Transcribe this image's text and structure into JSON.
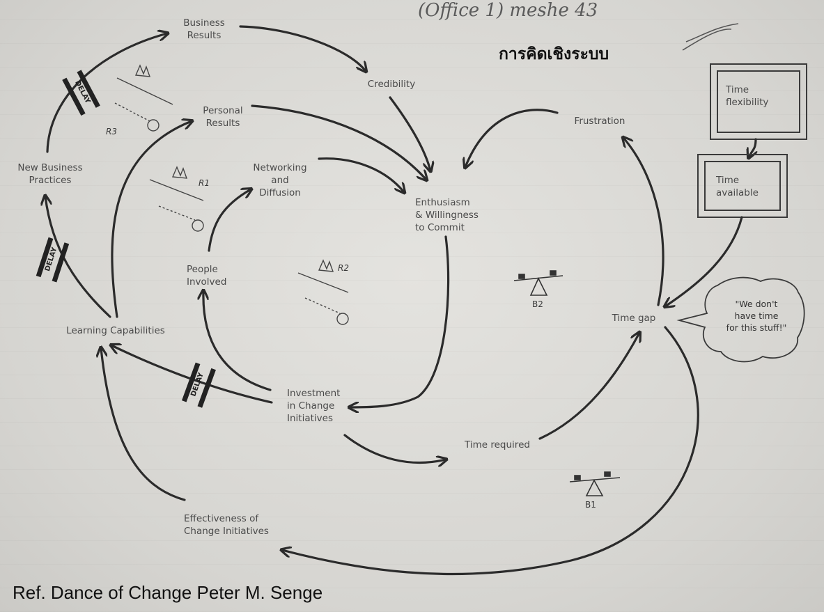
{
  "title_thai": "การคิดเชิงระบบ",
  "reference": "Ref. Dance of Change  Peter M. Senge",
  "handwritten_note": "(Office 1) meshe 43",
  "nodes": {
    "business_results": "Business\nResults",
    "credibility": "Credibility",
    "personal_results": "Personal\nResults",
    "frustration": "Frustration",
    "time_flexibility": "Time\nflexibility",
    "time_available": "Time\navailable",
    "new_business_practices": "New Business\nPractices",
    "networking_diffusion": "Networking\nand\nDiffusion",
    "enthusiasm": "Enthusiasm\n& Willingness\nto Commit",
    "people_involved": "People\nInvolved",
    "learning_capabilities": "Learning Capabilities",
    "time_gap": "Time gap",
    "investment": "Investment\nin Change\nInitiatives",
    "time_required": "Time required",
    "effectiveness": "Effectiveness of\nChange Initiatives"
  },
  "loops": {
    "r1": "R1",
    "r2": "R2",
    "r3": "R3",
    "b1": "B1",
    "b2": "B2"
  },
  "delay_label": "DELAY",
  "speech_cloud": "\"We don't\nhave time\nfor this stuff!\""
}
